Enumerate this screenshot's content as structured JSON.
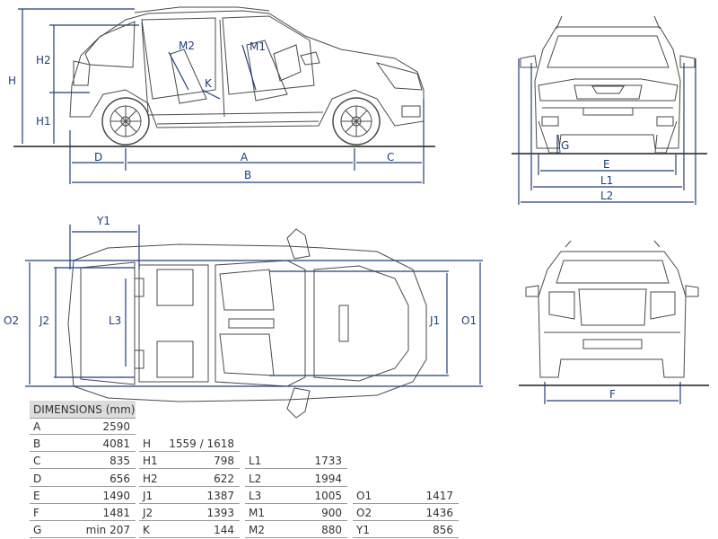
{
  "labels": {
    "H": "H",
    "H2": "H2",
    "H1": "H1",
    "M2": "M2",
    "M1": "M1",
    "K": "K",
    "D": "D",
    "A": "A",
    "C": "C",
    "B": "B",
    "G": "G",
    "E": "E",
    "L1": "L1",
    "L2": "L2",
    "Y1": "Y1",
    "O2": "O2",
    "J2": "J2",
    "L3": "L3",
    "J1": "J1",
    "O1": "O1",
    "F": "F"
  },
  "table": {
    "header": "DIMENSIONS (mm)",
    "col1": [
      {
        "key": "A",
        "value": "2590"
      },
      {
        "key": "B",
        "value": "4081"
      },
      {
        "key": "C",
        "value": "835"
      },
      {
        "key": "D",
        "value": "656"
      },
      {
        "key": "E",
        "value": "1490"
      },
      {
        "key": "F",
        "value": "1481"
      },
      {
        "key": "G",
        "value": "min 207"
      }
    ],
    "col2": [
      {
        "key": "H",
        "value": "1559 / 1618"
      },
      {
        "key": "H1",
        "value": "798"
      },
      {
        "key": "H2",
        "value": "622"
      },
      {
        "key": "J1",
        "value": "1387"
      },
      {
        "key": "J2",
        "value": "1393"
      },
      {
        "key": "K",
        "value": "144"
      }
    ],
    "col3": [
      {
        "key": "L1",
        "value": "1733"
      },
      {
        "key": "L2",
        "value": "1994"
      },
      {
        "key": "L3",
        "value": "1005"
      },
      {
        "key": "M1",
        "value": "900"
      },
      {
        "key": "M2",
        "value": "880"
      }
    ],
    "col4": [
      {
        "key": "O1",
        "value": "1417"
      },
      {
        "key": "O2",
        "value": "1436"
      },
      {
        "key": "Y1",
        "value": "856"
      }
    ]
  }
}
